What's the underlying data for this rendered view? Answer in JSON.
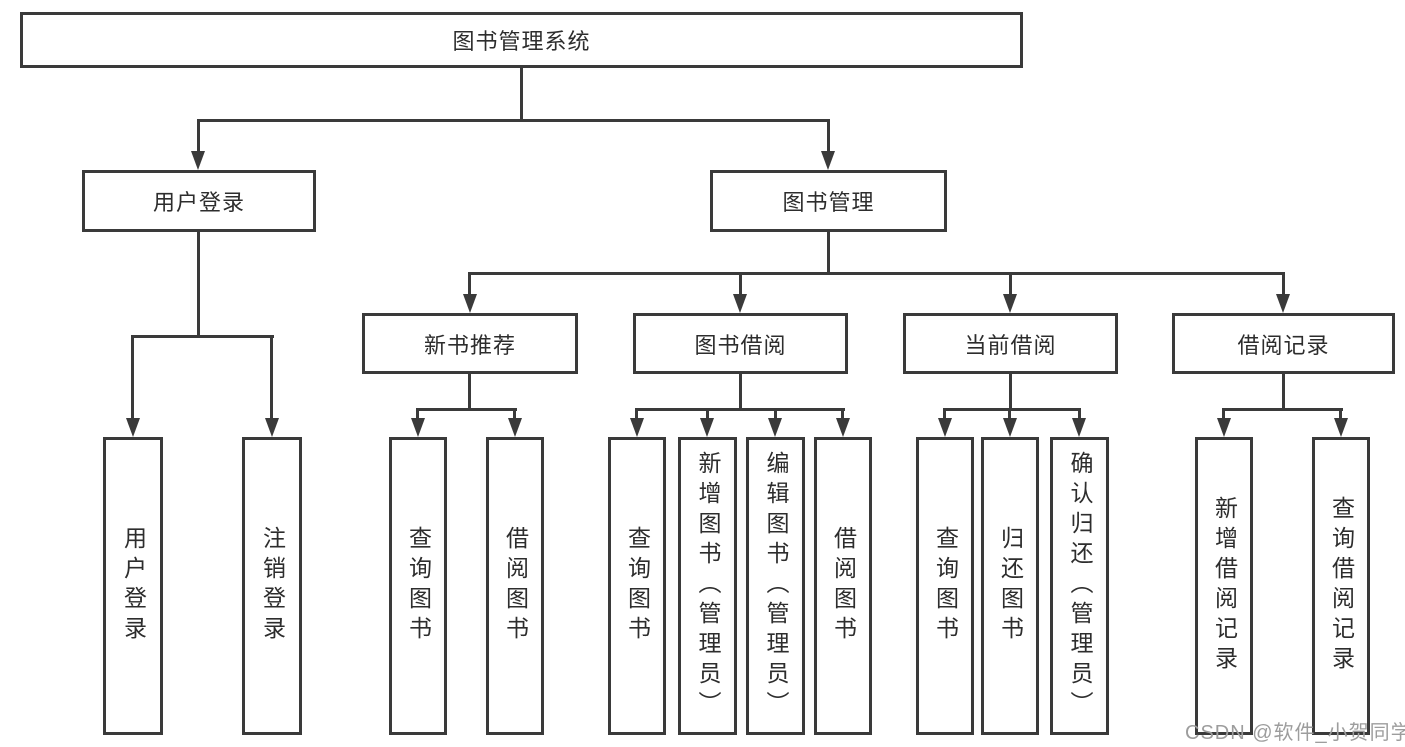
{
  "colors": {
    "line": "#3a3a3a",
    "text": "#2d2d2d",
    "background": "#ffffff",
    "watermark": "#9d9d9d"
  },
  "watermark": {
    "text": "CSDN @软件_小贺同学"
  },
  "tree": {
    "root": {
      "label": "图书管理系统"
    },
    "branches": [
      {
        "label": "用户登录",
        "children": [
          {
            "label": "用户登录"
          },
          {
            "label": "注销登录"
          }
        ]
      },
      {
        "label": "图书管理",
        "children": [
          {
            "label": "新书推荐",
            "children": [
              {
                "label": "查询图书"
              },
              {
                "label": "借阅图书"
              }
            ]
          },
          {
            "label": "图书借阅",
            "children": [
              {
                "label": "查询图书"
              },
              {
                "label": "新增图书（管理员）"
              },
              {
                "label": "编辑图书（管理员）"
              },
              {
                "label": "借阅图书"
              }
            ]
          },
          {
            "label": "当前借阅",
            "children": [
              {
                "label": "查询图书"
              },
              {
                "label": "归还图书"
              },
              {
                "label": "确认归还（管理员）"
              }
            ]
          },
          {
            "label": "借阅记录",
            "children": [
              {
                "label": "新增借阅记录"
              },
              {
                "label": "查询借阅记录"
              }
            ]
          }
        ]
      }
    ]
  }
}
